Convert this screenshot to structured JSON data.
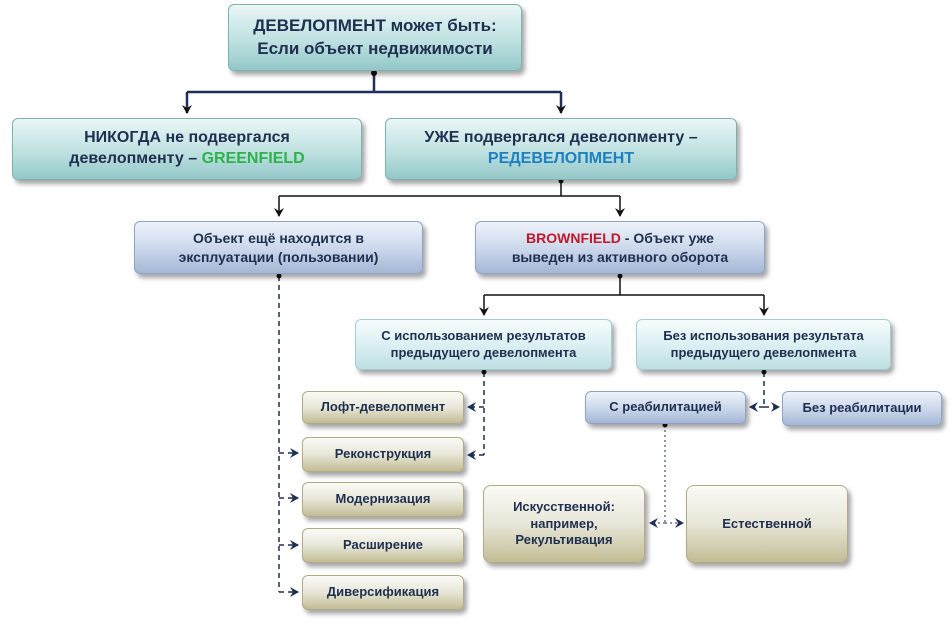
{
  "root": {
    "line1": "ДЕВЕЛОПМЕНТ может быть:",
    "line2": "Если объект недвижимости"
  },
  "never": {
    "line1": "НИКОГДА не подвергался",
    "line2_pre": "девелопменту – ",
    "line2_accent": "GREENFIELD"
  },
  "already": {
    "line1": "УЖЕ подвергался девелопменту –",
    "line2_accent": "РЕДЕВЕЛОПМЕНТ"
  },
  "in_use": {
    "line1": "Объект ещё находится в",
    "line2": "эксплуатации (пользовании)"
  },
  "brownfield": {
    "accent": "BROWNFIELD",
    "line1_rest": " - Объект уже",
    "line2": "выведен из активного оборота"
  },
  "with_results": {
    "line1": "С использованием результатов",
    "line2": "предыдущего девелопмента"
  },
  "without_results": {
    "line1": "Без использования результата",
    "line2": "предыдущего девелопмента"
  },
  "loft": "Лофт-девелопмент",
  "reconstruction": "Реконструкция",
  "modernization": "Модернизация",
  "expansion": "Расширение",
  "diversification": "Диверсификация",
  "with_rehab": "С реабилитацией",
  "without_rehab": "Без реабилитации",
  "artificial": {
    "line1": "Искусственной:",
    "line2": "например,",
    "line3": "Рекультивация"
  },
  "natural": "Естественной",
  "colors": {
    "accent_green": "#2db34a",
    "accent_blue": "#1e7fc1",
    "accent_red": "#c0182a",
    "connector": "#111111",
    "dashed": "#1f2f4f"
  }
}
